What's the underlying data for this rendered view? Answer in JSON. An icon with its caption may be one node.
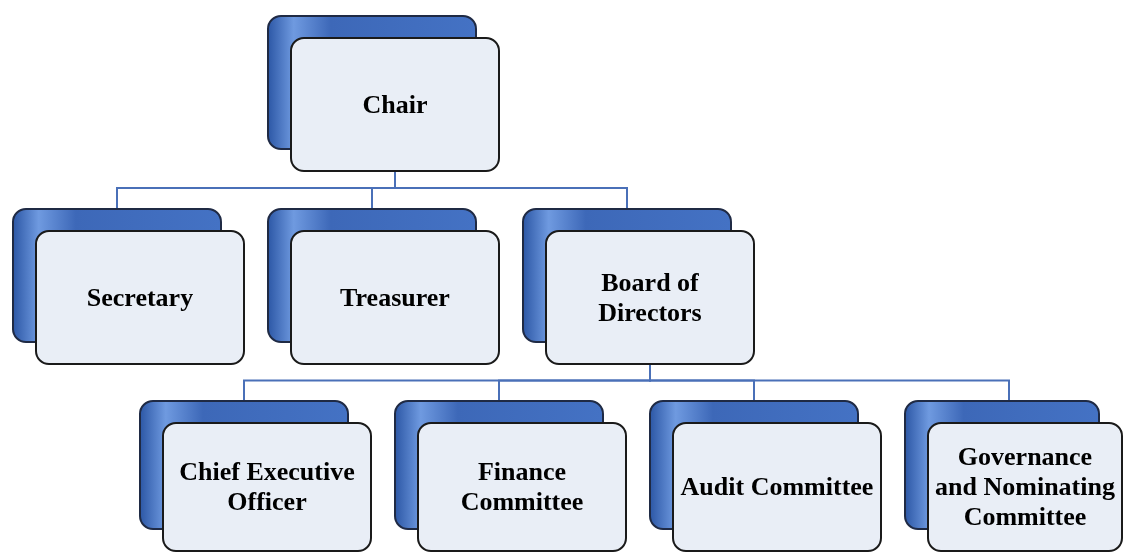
{
  "diagram": {
    "nodes": [
      {
        "text": [
          "Chair"
        ]
      },
      {
        "text": [
          "Secretary"
        ]
      },
      {
        "text": [
          "Treasurer"
        ]
      },
      {
        "text": [
          "Board of Directors"
        ]
      },
      {
        "text": [
          "Chief Executive Officer"
        ]
      },
      {
        "text": [
          "Finance Committee"
        ]
      },
      {
        "text": [
          "Audit Committee"
        ]
      },
      {
        "text": [
          "Governance and Nominating Committee"
        ]
      }
    ],
    "edges": [
      {
        "from": 0,
        "to": 1,
        "arrow": "none"
      },
      {
        "from": 0,
        "to": 2,
        "arrow": "none"
      },
      {
        "from": 0,
        "to": 3,
        "arrow": "none"
      },
      {
        "from": 3,
        "to": 4,
        "arrow": "none"
      },
      {
        "from": 3,
        "to": 5,
        "arrow": "none"
      },
      {
        "from": 3,
        "to": 6,
        "arrow": "none"
      },
      {
        "from": 3,
        "to": 7,
        "arrow": "none"
      }
    ]
  }
}
